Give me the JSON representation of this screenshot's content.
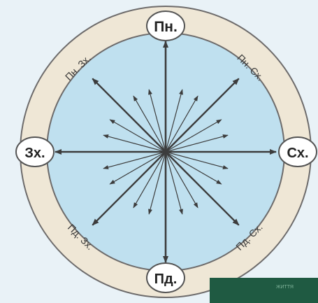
{
  "colors": {
    "background": "#e9f2f7",
    "ring": "#efe7d6",
    "ring_stroke": "#6d6b6b",
    "inner_disc": "#bfe0ef",
    "arrow": "#3c3c3c",
    "label_bubble": "#ffffff",
    "inter_text": "#3a3a3a",
    "corner_patch": "#1f5a42"
  },
  "cardinal_directions": [
    {
      "key": "north",
      "label": "Пн."
    },
    {
      "key": "east",
      "label": "Сх."
    },
    {
      "key": "south",
      "label": "Пд."
    },
    {
      "key": "west",
      "label": "Зх."
    }
  ],
  "intercardinal_directions": [
    {
      "key": "northeast",
      "label": "Пн. Сх."
    },
    {
      "key": "southeast",
      "label": "Пд. Сх."
    },
    {
      "key": "southwest",
      "label": "Пд. Зх."
    },
    {
      "key": "northwest",
      "label": "Пн. Зх."
    }
  ],
  "corner_patch_text": "ЖИТТЯ"
}
